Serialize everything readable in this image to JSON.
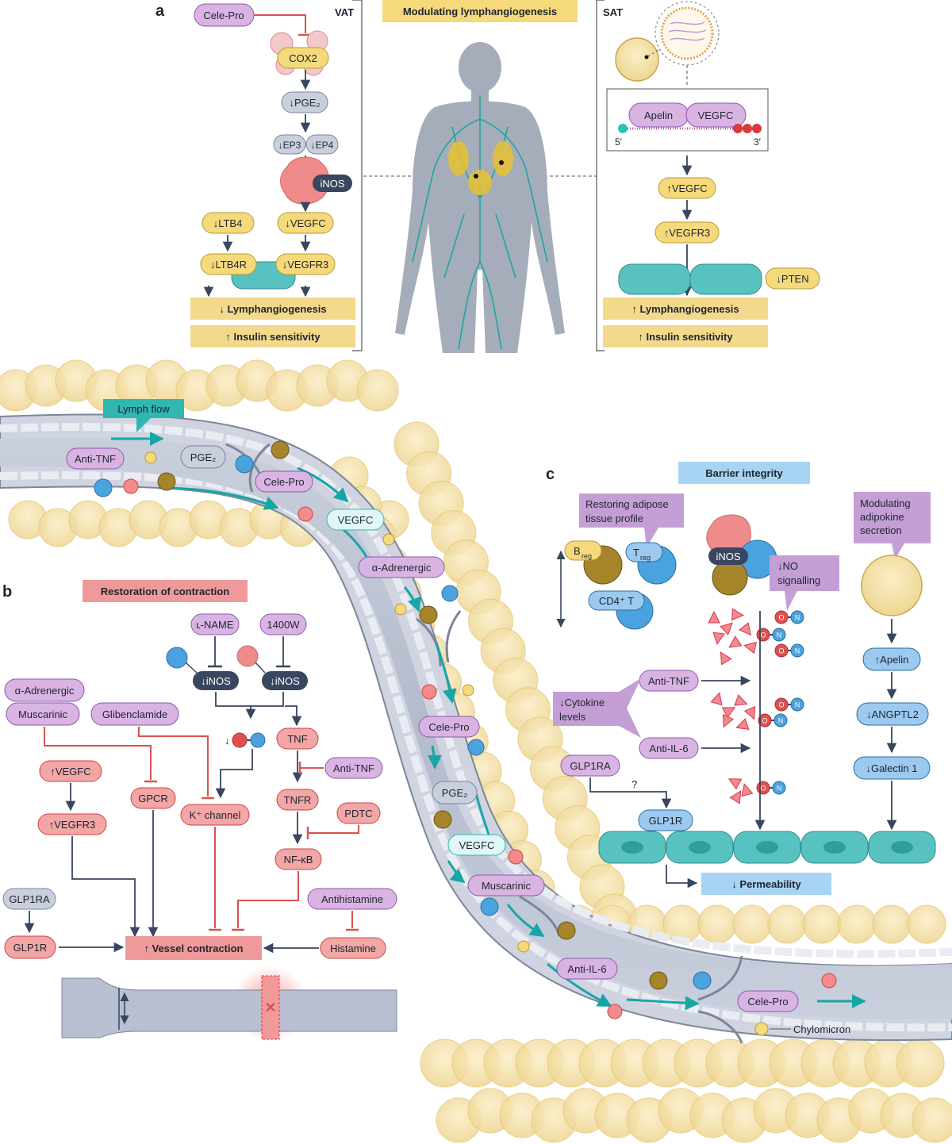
{
  "panel_a": {
    "letter": "a",
    "title": "Modulating lymphangiogenesis",
    "vat": {
      "label": "VAT",
      "cele_pro": "Cele-Pro",
      "cox2": "COX2",
      "pge2": "↓PGE₂",
      "ep3": "↓EP3",
      "ep4": "↓EP4",
      "inos": "iNOS",
      "ltb4": "↓LTB4",
      "vegfc": "↓VEGFC",
      "ltb4r": "↓LTB4R",
      "vegfr3": "↓VEGFR3",
      "outcome1": "↓ Lymphangiogenesis",
      "outcome2": "↑ Insulin sensitivity"
    },
    "sat": {
      "label": "SAT",
      "apelin": "Apelin",
      "vegfc_gene": "VEGFC",
      "five_prime": "5′",
      "three_prime": "3′",
      "vegfc": "↑VEGFC",
      "vegfr3": "↑VEGFR3",
      "pten": "↓PTEN",
      "outcome1": "↑ Lymphangiogenesis",
      "outcome2": "↑ Insulin sensitivity"
    }
  },
  "vessel": {
    "lymph_flow": "Lymph flow",
    "anti_tnf": "Anti-TNF",
    "pge2_top": "PGE₂",
    "cele_pro_top": "Cele-Pro",
    "vegfc_top": "VEGFC",
    "alpha_adrenergic": "α-Adrenergic",
    "cele_pro_mid": "Cele-Pro",
    "pge2_mid": "PGE₂",
    "vegfc_mid": "VEGFC",
    "muscarinic": "Muscarinic",
    "anti_il6": "Anti-IL-6",
    "cele_pro_bottom": "Cele-Pro",
    "chylomicron": "Chylomicron"
  },
  "panel_b": {
    "letter": "b",
    "title": "Restoration of contraction",
    "l_name": "ʟ-NAME",
    "w1400": "1400W",
    "inos_1": "↓iNOS",
    "inos_2": "↓iNOS",
    "no_arrow": "↓",
    "tnf": "TNF",
    "anti_tnf": "Anti-TNF",
    "tnfr": "TNFR",
    "pdtc": "PDTC",
    "nfkb": "NF-κB",
    "alpha_adrenergic": "α-Adrenergic",
    "muscarinic": "Muscarinic",
    "glibenclamide": "Glibenclamide",
    "vegfc": "↑VEGFC",
    "vegfr3": "↑VEGFR3",
    "gpcr": "GPCR",
    "k_channel": "K⁺ channel",
    "glp1ra": "GLP1RA",
    "glp1r": "GLP1R",
    "vessel_contraction": "↑ Vessel contraction",
    "antihistamine": "Antihistamine",
    "histamine": "Histamine"
  },
  "panel_c": {
    "letter": "c",
    "title": "Barrier integrity",
    "restoring_line1": "Restoring adipose",
    "restoring_line2": "tissue profile",
    "breg": "B",
    "breg_sub": "reg",
    "treg": "T",
    "treg_sub": "reg",
    "cd4": "CD4⁺ T",
    "inos": "iNOS",
    "no_sig_line1": "↓NO",
    "no_sig_line2": "signalling",
    "adipokine_line1": "Modulating",
    "adipokine_line2": "adipokine",
    "adipokine_line3": "secretion",
    "anti_tnf": "Anti-TNF",
    "anti_il6": "Anti-IL-6",
    "cytokine_line1": "↓Cytokine",
    "cytokine_line2": "levels",
    "glp1ra": "GLP1RA",
    "question": "?",
    "glp1r": "GLP1R",
    "apelin": "↑Apelin",
    "angptl2": "↓ANGPTL2",
    "galectin": "↓Galectin 1",
    "permeability": "↓ Permeability",
    "no_o": "O",
    "no_n": "N"
  },
  "colors": {
    "yellow_label": "#f6d97a",
    "yellow_box": "#f3d98c",
    "purple": "#d9b4e3",
    "purple_dark": "#b98fd0",
    "red_pill": "#f2a6a6",
    "red_line": "#d9534f",
    "blue_pill": "#9cc9ef",
    "teal": "#57c2bf",
    "teal_arrow": "#16a6a6",
    "navy": "#38465f",
    "vessel": "#b7bfd0",
    "fat": "#f3dfa7",
    "pink_box": "#ef9a9a",
    "lightblue_box": "#a7d4f2"
  }
}
